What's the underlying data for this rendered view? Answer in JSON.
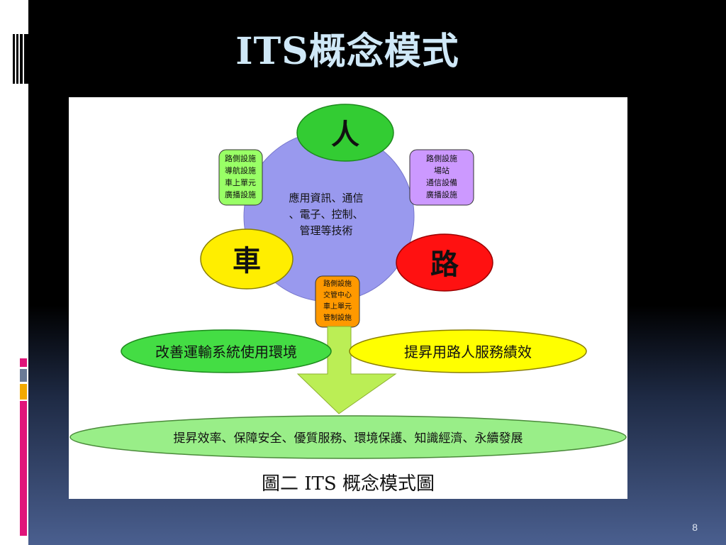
{
  "slide": {
    "title": "ITS概念模式",
    "page_number": "8"
  },
  "diagram": {
    "center_text": [
      "應用資訊、通信",
      "、電子、控制、",
      "管理等技術"
    ],
    "node_person": "人",
    "node_vehicle": "車",
    "node_road": "路",
    "box_left": [
      "路側設施",
      "導航設施",
      "車上單元",
      "廣播設施"
    ],
    "box_right": [
      "路側設施",
      "場站",
      "通信設備",
      "廣播設施"
    ],
    "box_bottom": [
      "路側設施",
      "交管中心",
      "車上單元",
      "管制設施"
    ],
    "goal_left": "改善運輸系統使用環境",
    "goal_right": "提昇用路人服務績效",
    "outcome": "提昇效率、保障安全、優質服務、環境保護、知識經濟、永續發展",
    "caption": "圖二  ITS 概念模式圖"
  },
  "colors": {
    "title": "#cfe8f7",
    "center_circle": "#9999ee",
    "person": "#33cc33",
    "vehicle": "#ffee00",
    "road": "#ff1111",
    "box_left": "#99ff66",
    "box_right": "#cc99ff",
    "box_bottom": "#ff9900",
    "goal_left": "#44dd44",
    "goal_right": "#ffff00",
    "arrow": "#bbee55",
    "outcome": "#99ee88"
  }
}
